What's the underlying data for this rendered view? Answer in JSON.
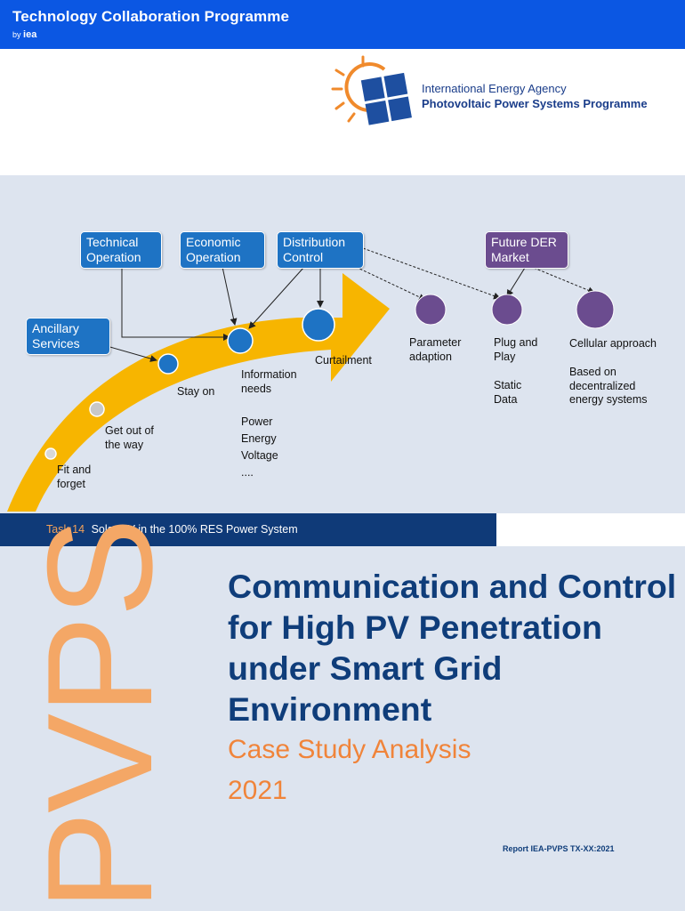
{
  "header": {
    "title": "Technology Collaboration Programme",
    "by": "by",
    "iea": "iea"
  },
  "logo": {
    "line1": "International Energy Agency",
    "line2": "Photovoltaic Power Systems Programme"
  },
  "diagram": {
    "boxes": {
      "technical": "Technical\nOperation",
      "economic": "Economic\nOperation",
      "distribution": "Distribution\nControl",
      "future": "Future DER\nMarket",
      "ancillary": "Ancillary\nServices"
    },
    "labels": {
      "fit": "Fit and\nforget",
      "getout": "Get out of\nthe way",
      "stayon": "Stay on",
      "info": "Information\nneeds",
      "info_list": "Power\nEnergy\nVoltage\n....",
      "curtail": "Curtailment",
      "param": "Parameter\nadaption",
      "plug": "Plug and\nPlay",
      "static": "Static\nData",
      "cellular": "Cellular approach",
      "based": "Based on\ndecentralized\nenergy systems"
    },
    "colors": {
      "arrow": "#f7b500",
      "blue_node": "#1e73c4",
      "purple_node": "#6b4c8f",
      "grey_node": "#c8c8c8"
    }
  },
  "task": {
    "number": "Task 14",
    "title": "Solar PV in the 100% RES Power System"
  },
  "cover": {
    "watermark": "PVPS",
    "title": "Communication and Control for High PV Penetration under Smart Grid Environment",
    "subtitle": "Case Study Analysis",
    "year": "2021",
    "report": "Report IEA-PVPS TX-XX:2021"
  }
}
